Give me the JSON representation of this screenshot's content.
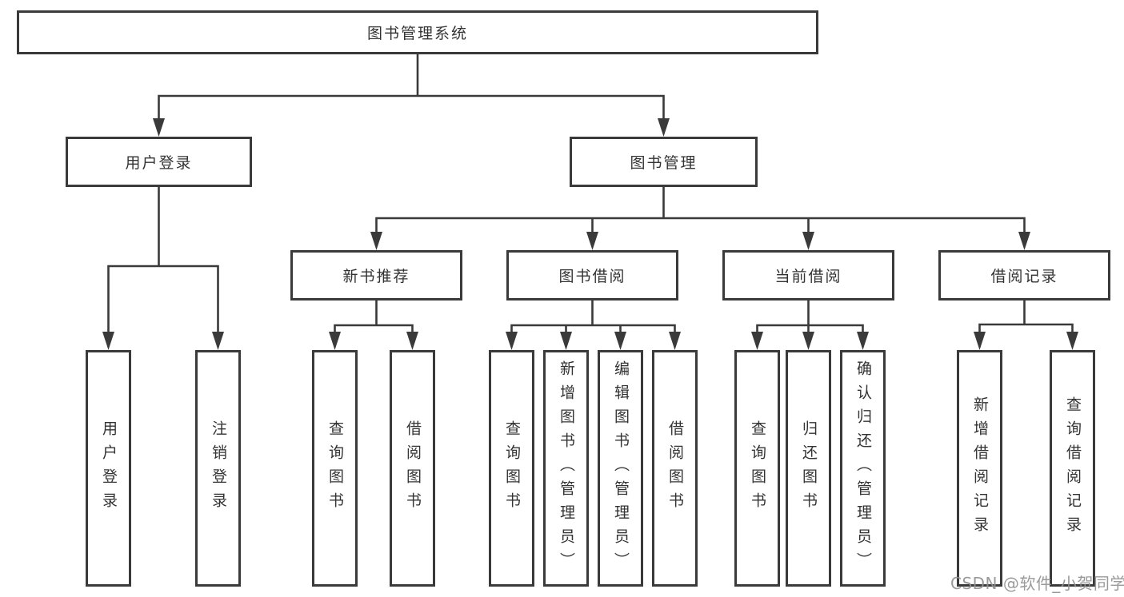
{
  "diagram": {
    "title": "图书管理系统",
    "level1": {
      "user_login": "用户登录",
      "book_mgmt": "图书管理"
    },
    "level2": {
      "new_book": "新书推荐",
      "book_borrow": "图书借阅",
      "current_borrow": "当前借阅",
      "borrow_record": "借阅记录"
    },
    "leaves": {
      "user_login": "用户登录",
      "logout": "注销登录",
      "nb_query_book": "查询图书",
      "nb_borrow_book": "借阅图书",
      "bw_query_book": "查询图书",
      "bw_add_book": "新增图书（管理员）",
      "bw_edit_book": "编辑图书（管理员）",
      "bw_borrow_book": "借阅图书",
      "cur_query_book": "查询图书",
      "cur_return_book": "归还图书",
      "cur_confirm_return": "确认归还（管理员）",
      "rec_add_record": "新增借阅记录",
      "rec_query_record": "查询借阅记录"
    }
  },
  "watermark": "CSDN @软件_小贺同学",
  "colors": {
    "line": "#3a3a3a",
    "text": "#333333",
    "watermark": "#919191",
    "background": "#ffffff"
  }
}
